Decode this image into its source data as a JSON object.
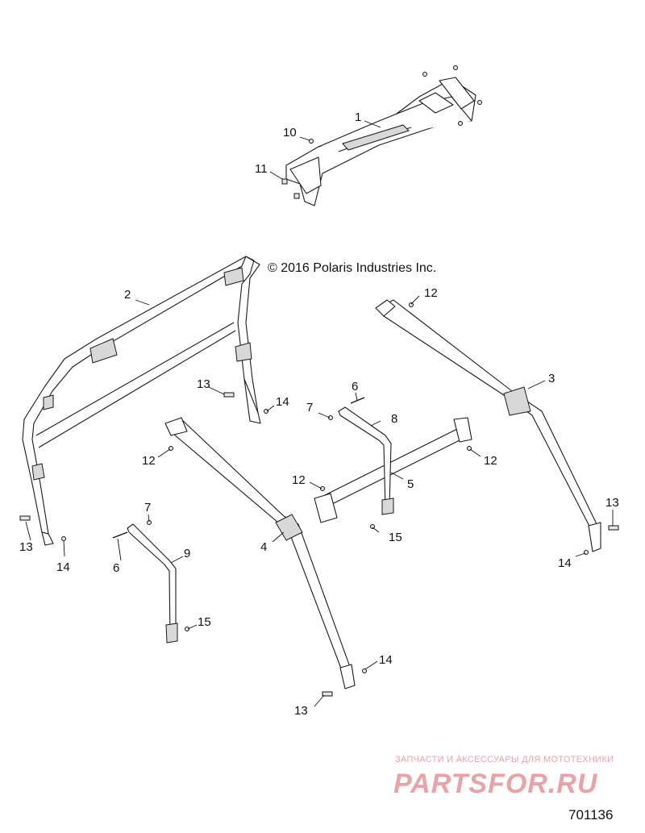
{
  "copyright": "© 2016 Polaris Industries Inc.",
  "diagram_number": "701136",
  "watermark": {
    "subtitle": "ЗАПЧАСТИ И АКСЕССУАРЫ ДЛЯ МОТОТЕХНИКИ",
    "logo_text": "PARTSFOR.RU",
    "color": "#e8a3a8"
  },
  "callouts": {
    "c1": "1",
    "c2": "2",
    "c3": "3",
    "c4": "4",
    "c5": "5",
    "c6a": "6",
    "c6b": "6",
    "c7a": "7",
    "c7b": "7",
    "c8": "8",
    "c9": "9",
    "c10": "10",
    "c11": "11",
    "c12a": "12",
    "c12b": "12",
    "c12c": "12",
    "c12d": "12",
    "c13a": "13",
    "c13b": "13",
    "c13c": "13",
    "c13d": "13",
    "c14a": "14",
    "c14b": "14",
    "c14c": "14",
    "c14d": "14",
    "c15a": "15",
    "c15b": "15"
  }
}
